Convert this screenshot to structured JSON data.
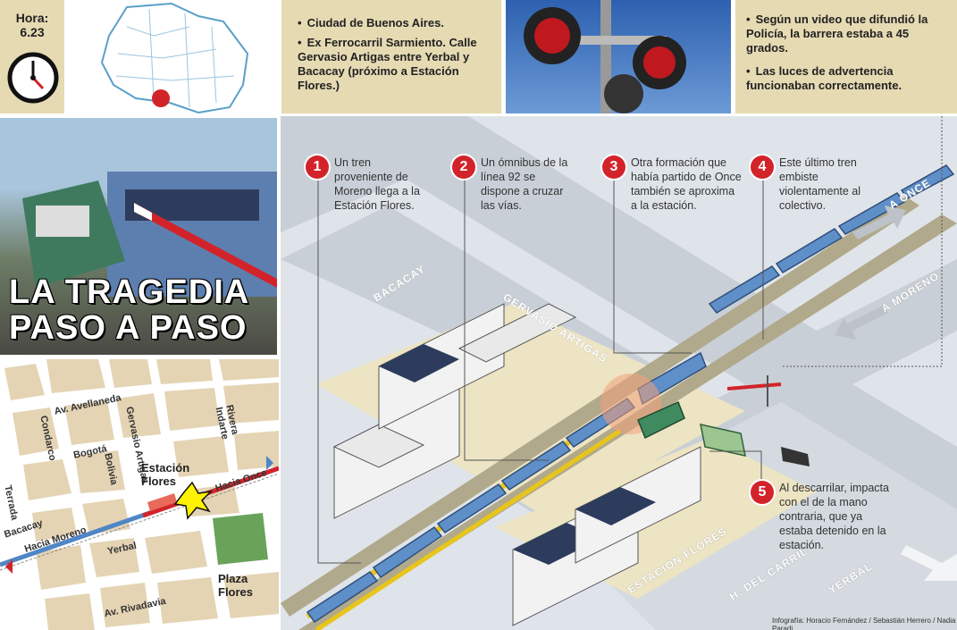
{
  "time": {
    "label": "Hora:",
    "value": "6.23"
  },
  "location_notes": [
    "Ciudad de Buenos Aires.",
    "Ex Ferrocarril Sarmiento. Calle Gervasio Artigas entre Yerbal y Bacacay (próximo a Estación Flores.)"
  ],
  "facts": [
    "Según un video que difundió la Policía, la barrera estaba a 45 grados.",
    "Las luces de advertencia funcionaban correctamente."
  ],
  "title": {
    "line1": "LA TRAGEDIA",
    "line2": "PASO A PASO"
  },
  "steps": [
    {
      "num": "1",
      "text": "Un tren proveniente de Moreno llega a la Estación Flores."
    },
    {
      "num": "2",
      "text": "Un ómnibus de la línea 92 se dispone a cruzar las vías."
    },
    {
      "num": "3",
      "text": "Otra formación que había partido de Once también se aproxima a la estación."
    },
    {
      "num": "4",
      "text": "Este último tren embiste violentamente al colectivo."
    },
    {
      "num": "5",
      "text": "Al descarrilar, impacta con el de la mano contraria, que ya estaba detenido en la estación."
    }
  ],
  "streets": {
    "bacacay": "BACACAY",
    "gervasio": "GERVASIO ARTIGAS",
    "carril": "H. DEL CARRIL",
    "yerbal": "YERBAL",
    "estacion": "ESTACIÓN FLORES"
  },
  "directions": {
    "once": "A ONCE",
    "moreno": "A MORENO"
  },
  "map": {
    "avellaneda": "Av. Avellaneda",
    "gervasio": "Gervasio Artigas",
    "rivera": "Rivera Indarte",
    "condarco": "Condarco",
    "bogota": "Bogotá",
    "bolivia": "Bolivia",
    "terrada": "Terrada",
    "estacion_line1": "Estación",
    "estacion_line2": "Flores",
    "hacia_once": "Hacia Once",
    "bacacay": "Bacacay",
    "hacia_moreno": "Hacia Moreno",
    "yerbal": "Yerbal",
    "plaza_line1": "Plaza",
    "plaza_line2": "Flores",
    "rivadavia": "Av. Rivadavia"
  },
  "credit": "Infografía: Horacio Fernández / Sebastián Herrero / Nadia Paradi",
  "colors": {
    "accent": "#d3232a",
    "tan": "#e6dab3",
    "train_blue": "#5f8fc8"
  }
}
